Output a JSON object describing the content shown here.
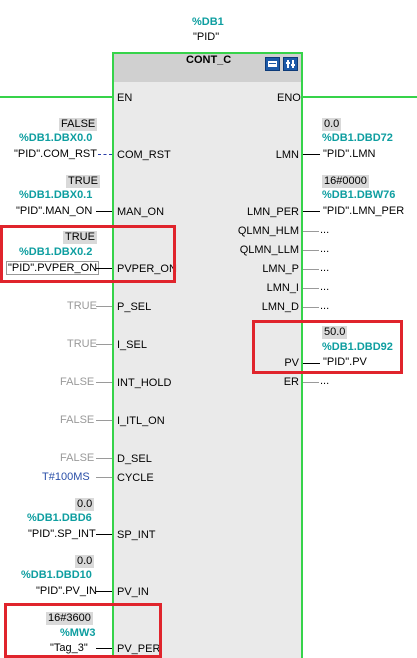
{
  "instance": {
    "db": "%DB1",
    "name": "\"PID\""
  },
  "block": {
    "type": "CONT_C"
  },
  "pins": {
    "EN": "EN",
    "ENO": "ENO",
    "COM_RST": "COM_RST",
    "MAN_ON": "MAN_ON",
    "PVPER_ON": "PVPER_ON",
    "P_SEL": "P_SEL",
    "I_SEL": "I_SEL",
    "INT_HOLD": "INT_HOLD",
    "I_ITL_ON": "I_ITL_ON",
    "D_SEL": "D_SEL",
    "CYCLE": "CYCLE",
    "SP_INT": "SP_INT",
    "PV_IN": "PV_IN",
    "PV_PER": "PV_PER",
    "LMN": "LMN",
    "LMN_PER": "LMN_PER",
    "QLMN_HLM": "QLMN_HLM",
    "QLMN_LLM": "QLMN_LLM",
    "LMN_P": "LMN_P",
    "LMN_I": "LMN_I",
    "LMN_D": "LMN_D",
    "PV": "PV",
    "ER": "ER"
  },
  "inputs": {
    "com_rst": {
      "value": "FALSE",
      "addr": "%DB1.DBX0.0",
      "tag": "\"PID\".COM_RST"
    },
    "man_on": {
      "value": "TRUE",
      "addr": "%DB1.DBX0.1",
      "tag": "\"PID\".MAN_ON"
    },
    "pvper_on": {
      "value": "TRUE",
      "addr": "%DB1.DBX0.2",
      "tag": "\"PID\".PVPER_ON"
    },
    "p_sel": "TRUE",
    "i_sel": "TRUE",
    "int_hold": "FALSE",
    "i_itl_on": "FALSE",
    "d_sel": "FALSE",
    "cycle": "T#100MS",
    "sp_int": {
      "value": "0.0",
      "addr": "%DB1.DBD6",
      "tag": "\"PID\".SP_INT"
    },
    "pv_in": {
      "value": "0.0",
      "addr": "%DB1.DBD10",
      "tag": "\"PID\".PV_IN"
    },
    "pv_per": {
      "value": "16#3600",
      "addr": "%MW3",
      "tag": "\"Tag_3\""
    }
  },
  "outputs": {
    "lmn": {
      "value": "0.0",
      "addr": "%DB1.DBD72",
      "tag": "\"PID\".LMN"
    },
    "lmn_per": {
      "value": "16#0000",
      "addr": "%DB1.DBW76",
      "tag": "\"PID\".LMN_PER"
    },
    "qlmn_hlm": "...",
    "qlmn_llm": "...",
    "lmn_p": "...",
    "lmn_i": "...",
    "lmn_d": "...",
    "pv": {
      "value": "50.0",
      "addr": "%DB1.DBD92",
      "tag": "\"PID\".PV"
    },
    "er": "..."
  },
  "colors": {
    "power_rail": "#36d34a",
    "highlight": "#e0242c",
    "address": "#0e9ea0"
  }
}
